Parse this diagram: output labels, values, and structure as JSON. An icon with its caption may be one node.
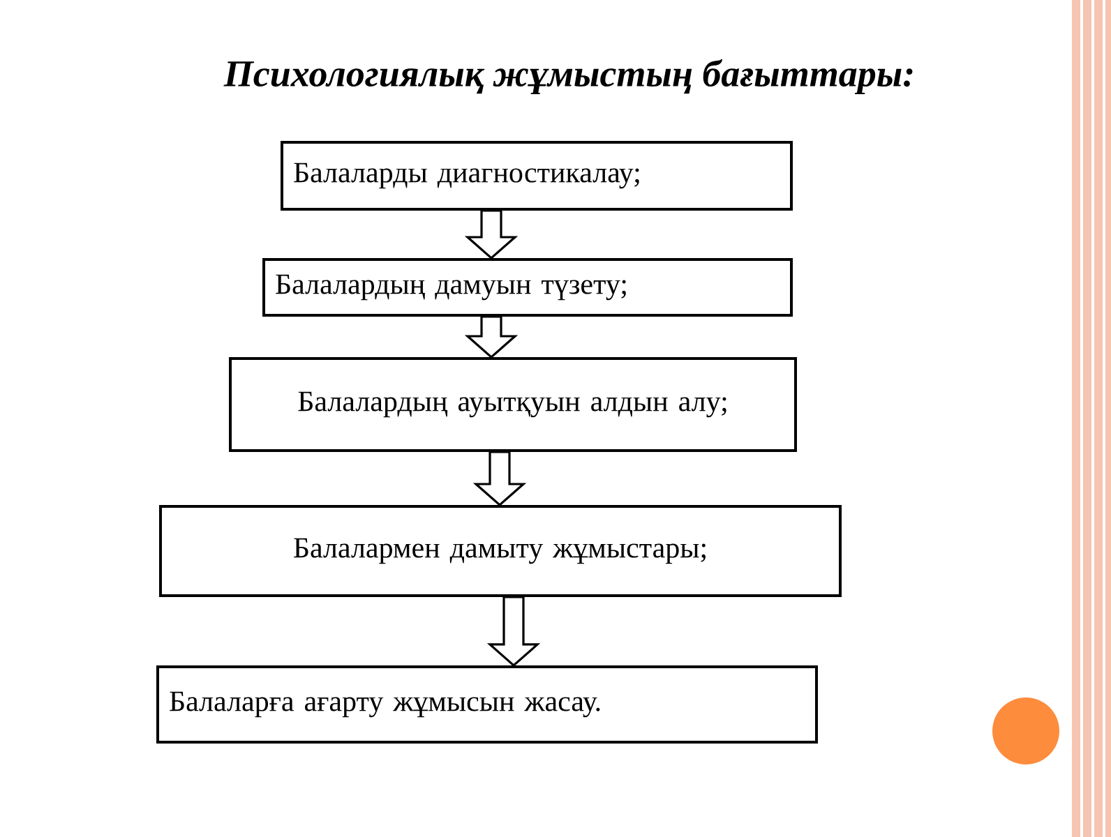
{
  "diagram": {
    "title": "Психологиялық жұмыстың бағыттары:",
    "nodes": [
      {
        "text": [
          "Балаларды диагностикалау;"
        ]
      },
      {
        "text": [
          "Балалардың дамуын түзету;"
        ]
      },
      {
        "text": [
          "Балалардың ауытқуын алдын алу;"
        ]
      },
      {
        "text": [
          "Балалармен дамыту жұмыстары;"
        ]
      },
      {
        "text": [
          "Балаларға ағарту жұмысын жасау."
        ]
      }
    ],
    "edges": [
      {
        "from": 0,
        "to": 1,
        "arrow": "to"
      },
      {
        "from": 1,
        "to": 2,
        "arrow": "to"
      },
      {
        "from": 2,
        "to": 3,
        "arrow": "to"
      },
      {
        "from": 3,
        "to": 4,
        "arrow": "to"
      }
    ]
  }
}
